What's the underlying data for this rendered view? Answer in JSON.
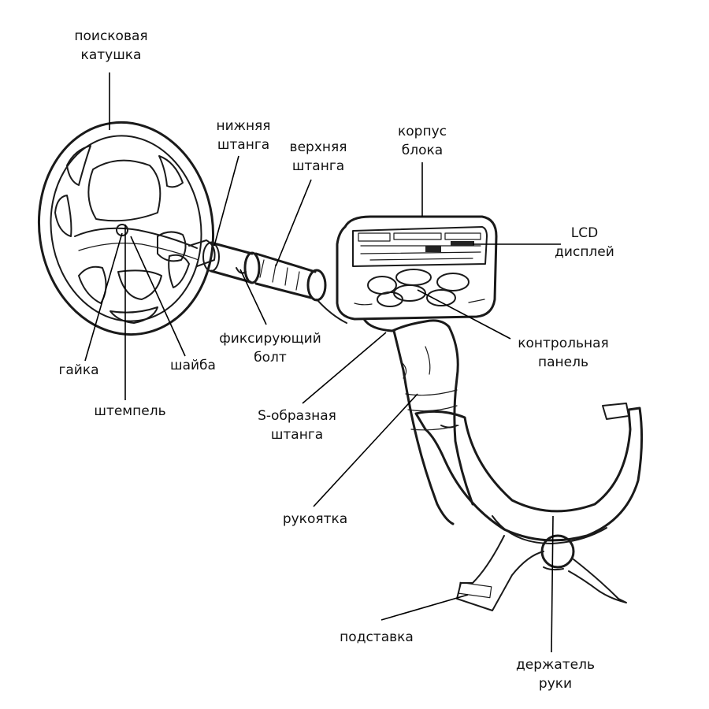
{
  "labels": {
    "coil": [
      "поисковая",
      "катушка"
    ],
    "lower_shaft": [
      "нижняя",
      "штанга"
    ],
    "upper_shaft": [
      "верхняя",
      "штанга"
    ],
    "housing": [
      "корпус",
      "блока"
    ],
    "lcd": [
      "LCD",
      "дисплей"
    ],
    "control_panel": [
      "контрольная",
      "панель"
    ],
    "locking_bolt": [
      "фиксирующий",
      "болт"
    ],
    "nut": [
      "гайка"
    ],
    "washer": [
      "шайба"
    ],
    "stamp": [
      "штемпель"
    ],
    "s_shaft": [
      "S-образная",
      "штанга"
    ],
    "grip": [
      "рукоятка"
    ],
    "stand": [
      "подставка"
    ],
    "arm_holder": [
      "держатель",
      "руки"
    ]
  }
}
